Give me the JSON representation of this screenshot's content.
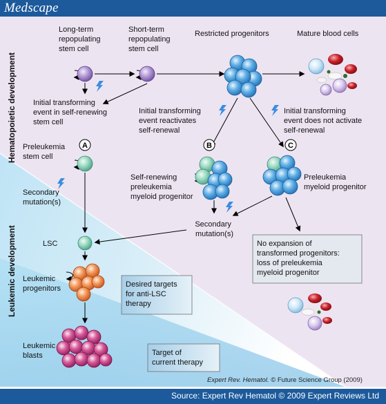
{
  "brand": "Medscape",
  "section_labels": {
    "hematopoietic": "Hematopoietic development",
    "leukemic": "Leukemic development"
  },
  "top_row": {
    "lt_hsc": [
      "Long-term",
      "repopulating",
      "stem cell"
    ],
    "st_hsc": [
      "Short-term",
      "repopulating",
      "stem cell"
    ],
    "restricted": "Restricted progenitors",
    "mature": "Mature blood cells"
  },
  "events": {
    "initial_self_renewing": [
      "Initial transforming",
      "event in self-renewing",
      "stem cell"
    ],
    "reactivates": [
      "Initial transforming",
      "event reactivates",
      "self-renewal"
    ],
    "does_not_activate": [
      "Initial transforming",
      "event does not activate",
      "self-renewal"
    ]
  },
  "path_markers": {
    "a": "A",
    "b": "B",
    "c": "C"
  },
  "left_column": {
    "preleukemia_stem": [
      "Preleukemia",
      "stem cell"
    ],
    "secondary": [
      "Secondary",
      "mutation(s)"
    ],
    "lsc": "LSC",
    "leukemic_progenitors": [
      "Leukemic",
      "progenitors"
    ],
    "leukemic_blasts": [
      "Leukemic",
      "blasts"
    ]
  },
  "middle": {
    "self_renewing": [
      "Self-renewing",
      "preleukemia",
      "myeloid progenitor"
    ],
    "secondary": [
      "Secondary",
      "mutation(s)"
    ]
  },
  "right": {
    "preleukemia_myeloid": [
      "Preleukemia",
      "myeloid progenitor"
    ],
    "no_expansion": [
      "No expansion of",
      "transformed progenitors:",
      "loss of preleukemia",
      "myeloid progenitor"
    ]
  },
  "boxes": {
    "desired": [
      "Desired targets",
      "for anti-LSC",
      "therapy"
    ],
    "current": [
      "Target of",
      "current therapy"
    ]
  },
  "credit": {
    "journal": "Expert Rev. Hematol.",
    "rest": "© Future Science Group (2009)"
  },
  "source": "Source: Expert Rev Hematol © 2009 Expert Reviews Ltd",
  "colors": {
    "brand_blue": "#1c5a9b",
    "panel_lavender": "#ede4f2",
    "wedge_blue": "#5fb6e3",
    "lsc_teal": "#8fd4bd",
    "hsc_purple": "#9a7ec0",
    "progenitor_blue": "#4a9fdc",
    "leukemic_orange": "#ef8048",
    "blast_magenta": "#c0307a",
    "lightning_blue": "#3a8de0"
  }
}
